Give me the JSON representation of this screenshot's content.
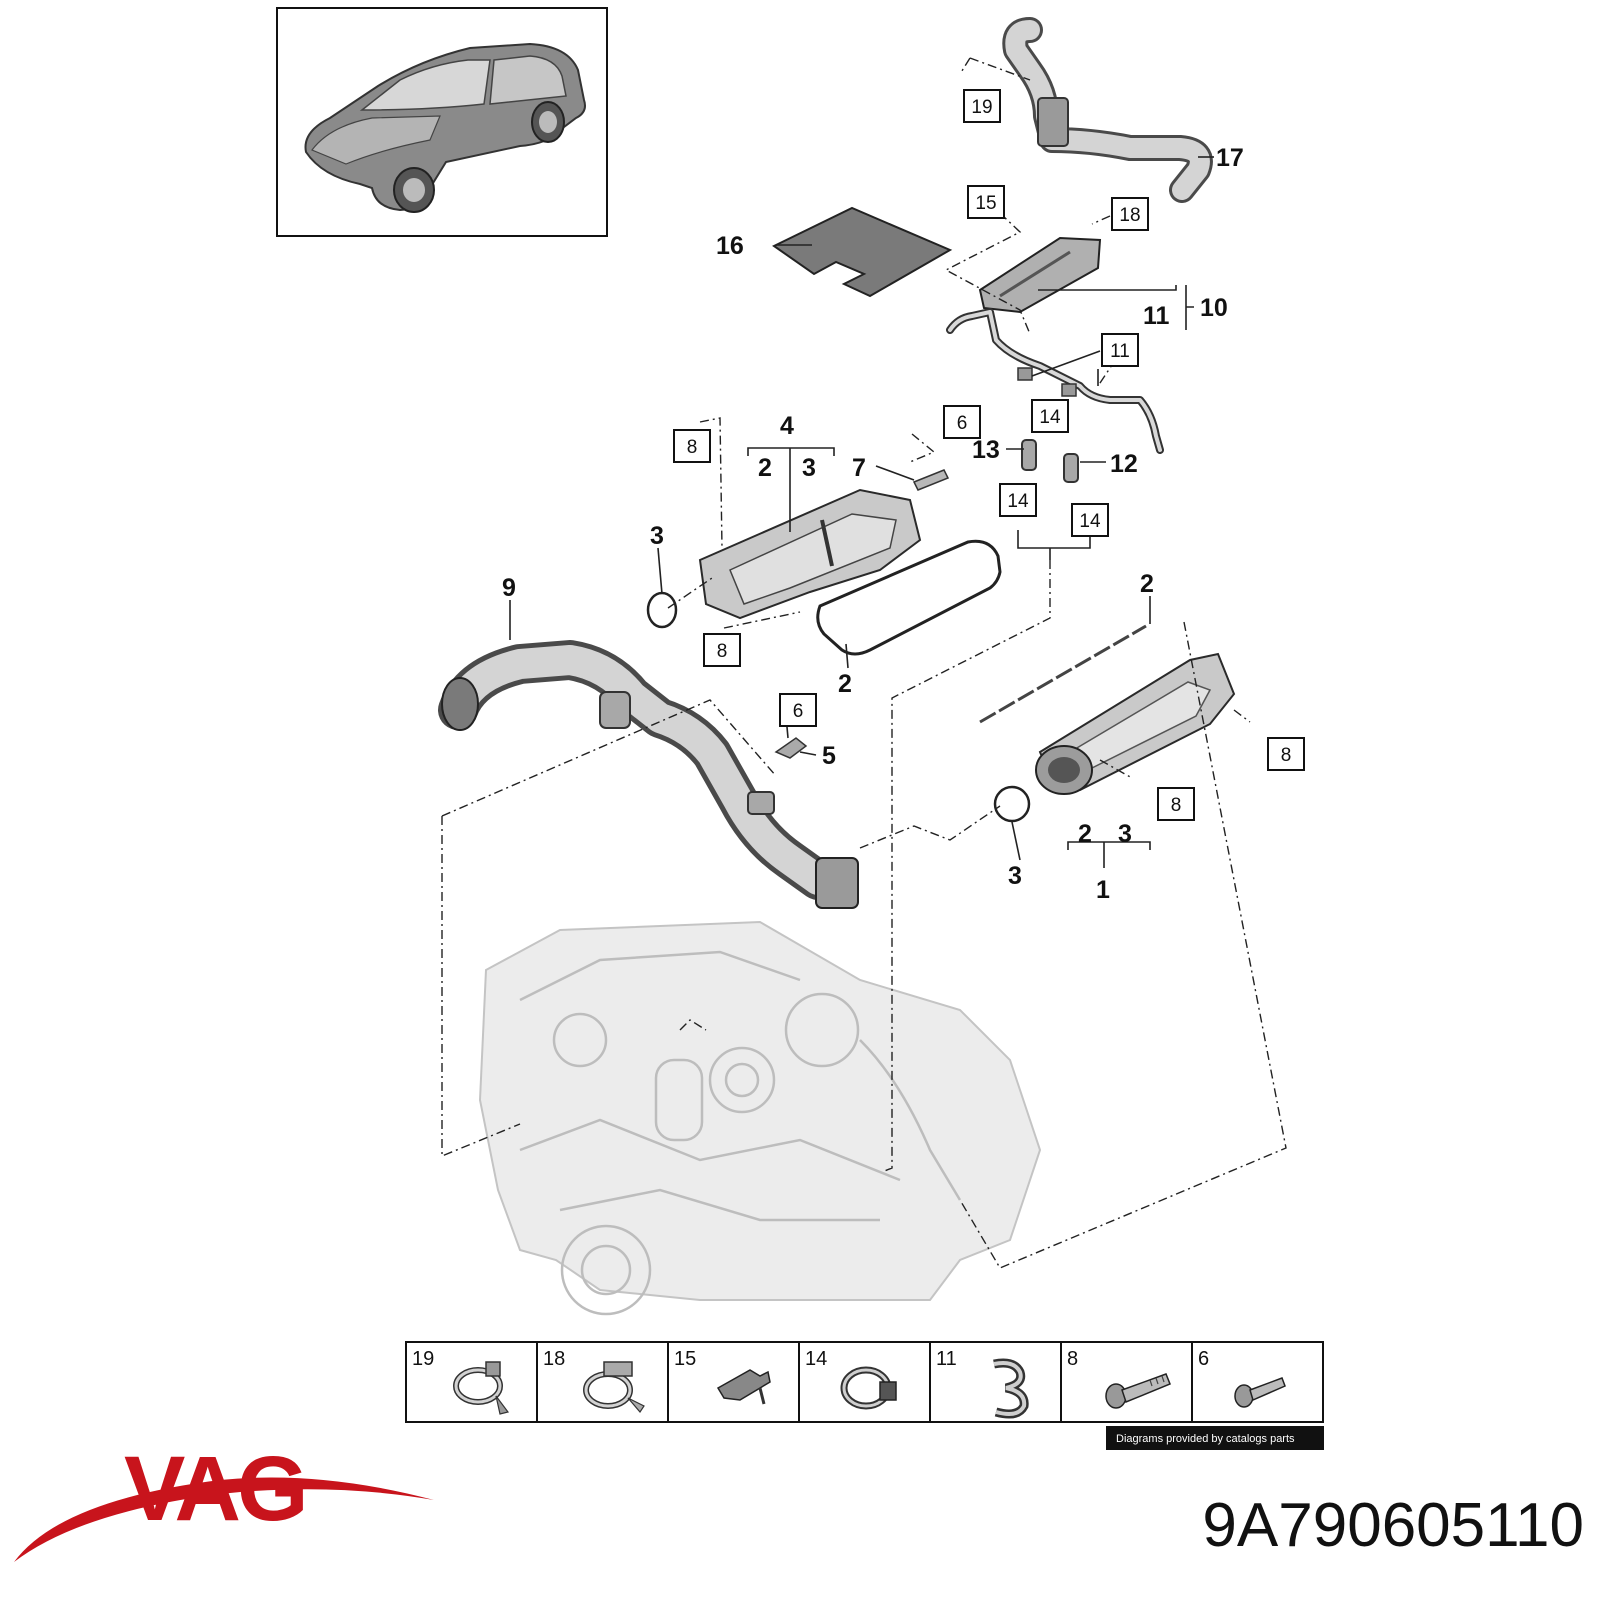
{
  "callouts": {
    "c1": "1",
    "c2a": "2",
    "c2b": "2",
    "c2c": "2",
    "c2d": "2",
    "c3a": "3",
    "c3b": "3",
    "c3c": "3",
    "c3d": "3",
    "c4": "4",
    "c5": "5",
    "c7": "7",
    "c9": "9",
    "c10": "10",
    "c11": "11",
    "c12": "12",
    "c13": "13",
    "c16": "16",
    "c17": "17"
  },
  "boxed_callouts": {
    "b19": "19",
    "b15": "15",
    "b18": "18",
    "b11": "11",
    "b6a": "6",
    "b6b": "6",
    "b8a": "8",
    "b8b": "8",
    "b8c": "8",
    "b8d": "8",
    "b14a": "14",
    "b14b": "14",
    "b14c": "14"
  },
  "hardware_table": [
    {
      "number": "19",
      "icon": "hose-clamp-icon"
    },
    {
      "number": "18",
      "icon": "hose-clamp-icon"
    },
    {
      "number": "15",
      "icon": "retaining-clip-icon"
    },
    {
      "number": "14",
      "icon": "band-clamp-icon"
    },
    {
      "number": "11",
      "icon": "pipe-holder-icon"
    },
    {
      "number": "8",
      "icon": "flange-bolt-icon"
    },
    {
      "number": "6",
      "icon": "bolt-icon"
    }
  ],
  "credit": "Diagrams provided by catalogs parts",
  "brand": {
    "name": "VAG",
    "color": "#c8141c"
  },
  "part_number": "9A790605110"
}
